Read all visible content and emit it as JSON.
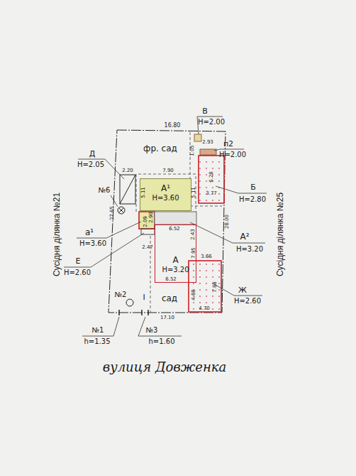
{
  "diagram": {
    "nodes": [
      {
        "text": [
          "А¹",
          "H=3.60"
        ]
      },
      {
        "text": [
          "А",
          "H=3.20"
        ]
      }
    ],
    "labels": [
      "16.80",
      "В",
      "H=2.00",
      "фр. сад",
      "2.93",
      "1.05",
      "п2",
      "H=2.00",
      "Д",
      "H=2.05",
      "2.20",
      "7.90",
      "6.28",
      "3.77",
      "Б",
      "H=2.80",
      "№6",
      "5.11",
      "5.11",
      "27.65",
      "28.00",
      "а¹",
      "H=3.60",
      "2.90",
      "2.09",
      "2.47",
      "6.52",
      "2.43",
      "А²",
      "H=3.20",
      "7.95",
      "3.66",
      "6.52",
      "Е",
      "H=2.60",
      "Ж",
      "H=2.60",
      "7.88",
      "4.88",
      "4.70",
      "№2",
      "I",
      "сад",
      "17.10",
      "№1",
      "h=1.35",
      "№3",
      "h=1.60",
      "вулиця Довженка",
      "Сусідня ділянка №21",
      "Сусідня ділянка №25"
    ]
  }
}
